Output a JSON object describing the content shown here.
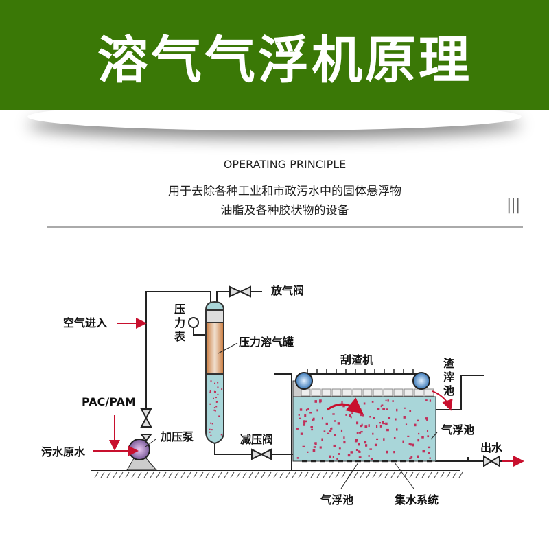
{
  "header": {
    "title": "溶气气浮机原理",
    "color": "#3a7806"
  },
  "intro": {
    "subtitle": "OPERATING PRINCIPLE",
    "line1": "用于去除各种工业和市政污水中的固体悬浮物",
    "line2": "油脂及各种胶状物的设备",
    "decor": "|||"
  },
  "diagram": {
    "labels": {
      "vent_valve": "放气阀",
      "gauge": [
        "压",
        "力",
        "表"
      ],
      "tank": "压力溶气罐",
      "air_in": "空气进入",
      "pac_pam": "PAC/PAM",
      "raw_water": "污水原水",
      "pump": "加压泵",
      "reducing_valve": "减压阀",
      "scraper": "刮渣机",
      "slag_pool": [
        "渣",
        "滓",
        "池"
      ],
      "float_tank_right": "气浮池",
      "outlet": "出水",
      "float_tank_bottom": "气浮池",
      "collection": "集水系统"
    },
    "colors": {
      "water": "#a9d6d9",
      "pipe_arrow": "#c8102e",
      "tank_orange": "#d28a4a",
      "pump": "#8a6aa8"
    }
  }
}
